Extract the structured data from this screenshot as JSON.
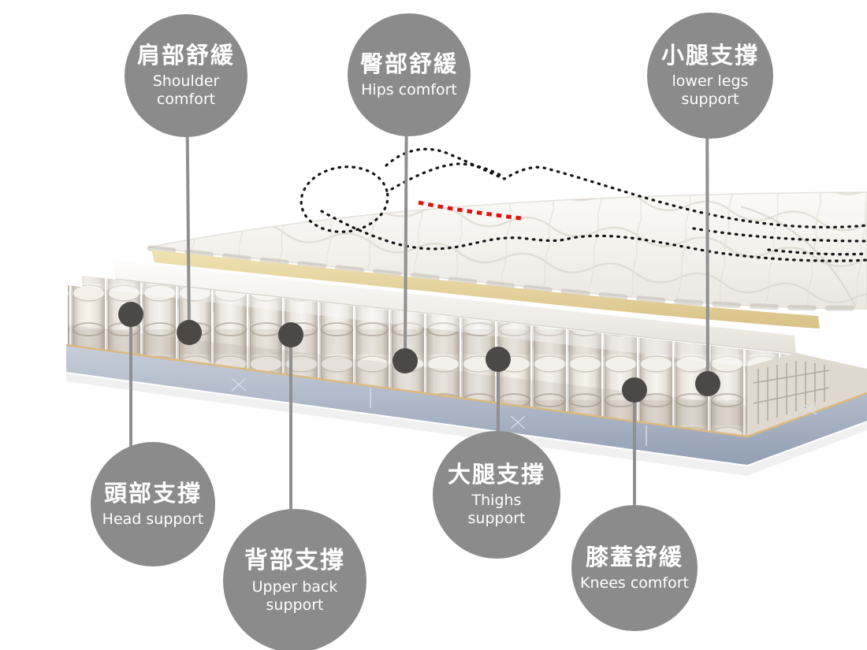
{
  "badges": [
    {
      "id": "shoulder-comfort",
      "zh": "肩部舒緩",
      "en": "Shoulder comfort"
    },
    {
      "id": "hips-comfort",
      "zh": "臀部舒緩",
      "en": "Hips comfort"
    },
    {
      "id": "lower-legs-support",
      "zh": "小腿支撐",
      "en": "lower legs support"
    },
    {
      "id": "head-support",
      "zh": "頭部支撐",
      "en": "Head support"
    },
    {
      "id": "upper-back-support",
      "zh": "背部支撐",
      "en": "Upper back support"
    },
    {
      "id": "thighs-support",
      "zh": "大腿支撐",
      "en": "Thighs support"
    },
    {
      "id": "knees-comfort",
      "zh": "膝蓋舒緩",
      "en": "Knees comfort"
    }
  ],
  "colors": {
    "badge": "#8b8b8b",
    "badge_text": "#ffffff",
    "connector_line": "#909090",
    "marker_dot": "#4b4846",
    "sleeper_outline": "#151515",
    "pressure_line": "#e01310",
    "quilt_top": "#f6f3ee",
    "latex_layer": "#e5cf96",
    "foam_layer": "#f4f1ea",
    "pocket_springs": "#e8e2d9",
    "base_band": "#a3aec0",
    "base_piping": "#dcb97e"
  }
}
